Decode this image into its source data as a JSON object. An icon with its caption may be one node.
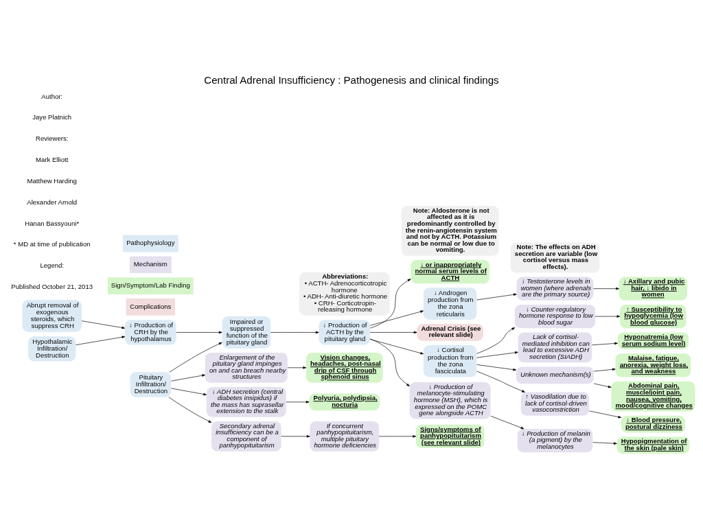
{
  "diagram": {
    "title": "Central Adrenal Insufficiency : Pathogenesis and clinical findings",
    "nodes": [
      {
        "text": [
          "Abrupt removal of exogenous steroids, which suppress CRH"
        ]
      },
      {
        "text": [
          "Hypothalamic Infiltration/ Destruction"
        ]
      },
      {
        "text": [
          "↓ Production of CRH by the hypothalamus"
        ]
      },
      {
        "text": [
          "Pituitary Infiltration/ Destruction"
        ]
      },
      {
        "text": [
          "Impaired or suppressed function of the pituitary gland"
        ]
      },
      {
        "text": [
          "↓ Production of ACTH by the pituitary gland"
        ]
      },
      {
        "text": [
          "↓ or inappropriately normal serum levels of ACTH"
        ]
      },
      {
        "text": [
          "Abbreviations:",
          "• ACTH- Adrenocorticotropic hormone",
          "• ADH- Anti-diuretic hormone",
          "• CRH- Corticotropin-releasing hormone"
        ]
      },
      {
        "text": [
          "Enlargement of the pituitary gland impinges on and can breach nearby structures"
        ]
      },
      {
        "text": [
          "↓ ADH secretion (central diabetes insipidus) if the mass has suprasellar extension to the stalk"
        ]
      },
      {
        "text": [
          "Secondary adrenal insufficiency can be a component of panhypopituitarism"
        ]
      },
      {
        "text": [
          "↓ Androgen production from the zona reticularis"
        ]
      },
      {
        "text": [
          "Adrenal Crisis (see relevant slide)"
        ]
      },
      {
        "text": [
          "↓ Cortisol production from the zona fasciculata"
        ]
      },
      {
        "text": [
          "Note: Aldosterone is not affected as it is predominantly controlled by the renin-angiotensin system and not by ACTH. Potassium can be normal or low due to vomiting."
        ]
      },
      {
        "text": [
          "↓ Production of melanocyte-stimulating hormone (MSH), which is expressed on the POMC gene alongside ACTH"
        ]
      },
      {
        "text": [
          "Vision changes, headaches, post-nasal drip of CSF through sphenoid sinus"
        ]
      },
      {
        "text": [
          "Polyuria, polydipsia, nocturia"
        ]
      },
      {
        "text": [
          "If concurrent panhypopituitarism, multiple pituitary hormone deficiencies"
        ]
      },
      {
        "text": [
          "↓ Testosterone levels in women (where adrenals are the primary source)"
        ]
      },
      {
        "text": [
          "↓ Counter-regulatory hormone response to low blood sugar"
        ]
      },
      {
        "text": [
          "Lack of cortisol-mediated inhibition can lead to excessive ADH secretion (SIADH)"
        ]
      },
      {
        "text": [
          "Unknown mechanism(s)"
        ]
      },
      {
        "text": [
          "Note: The effects on ADH secretion are variable (low cortisol versus mass effects)."
        ]
      },
      {
        "text": [
          "↑ Vasodilation due to lack of cortisol-driven vasoconstriction"
        ]
      },
      {
        "text": [
          "↓ Production of melanin (a pigment) by the melanocytes"
        ]
      },
      {
        "text": [
          "Signs/symptoms of panhypopituitarism (see relevant slide)"
        ]
      },
      {
        "text": [
          "↓ Axillary and pubic hair, ↓ libido in women"
        ]
      },
      {
        "text": [
          "↑ Susceptibility to hypoglycemia (low blood glucose)"
        ]
      },
      {
        "text": [
          "Hyponatremia (low serum sodium level)"
        ]
      },
      {
        "text": [
          "Malaise, fatigue, anorexia, weight loss, and weakness"
        ]
      },
      {
        "text": [
          "Abdominal pain, muscle/joint pain, nausea, vomiting, mood/cognitive changes"
        ]
      },
      {
        "text": [
          "↓ Blood pressure, postural dizziness"
        ]
      },
      {
        "text": [
          "Hypopigmentation of the skin (pale skin)"
        ]
      }
    ],
    "edges": [
      {
        "from": 0,
        "to": 2,
        "arrow": "to"
      },
      {
        "from": 1,
        "to": 2,
        "arrow": "to"
      },
      {
        "from": 2,
        "to": 4,
        "arrow": "to"
      },
      {
        "from": 3,
        "to": 4,
        "arrow": "to"
      },
      {
        "from": 3,
        "to": 8,
        "arrow": "to"
      },
      {
        "from": 3,
        "to": 9,
        "arrow": "to"
      },
      {
        "from": 3,
        "to": 10,
        "arrow": "to"
      },
      {
        "from": 4,
        "to": 5,
        "arrow": "to"
      },
      {
        "from": 5,
        "to": 6,
        "arrow": "to"
      },
      {
        "from": 5,
        "to": 11,
        "arrow": "to"
      },
      {
        "from": 5,
        "to": 12,
        "arrow": "to"
      },
      {
        "from": 5,
        "to": 13,
        "arrow": "to"
      },
      {
        "from": 5,
        "to": 15,
        "arrow": "to"
      },
      {
        "from": 8,
        "to": 16,
        "arrow": "to"
      },
      {
        "from": 9,
        "to": 17,
        "arrow": "to"
      },
      {
        "from": 10,
        "to": 18,
        "arrow": "to"
      },
      {
        "from": 11,
        "to": 19,
        "arrow": "to"
      },
      {
        "from": 13,
        "to": 20,
        "arrow": "to"
      },
      {
        "from": 13,
        "to": 21,
        "arrow": "to"
      },
      {
        "from": 13,
        "to": 22,
        "arrow": "to"
      },
      {
        "from": 13,
        "to": 24,
        "arrow": "to"
      },
      {
        "from": 15,
        "to": 25,
        "arrow": "to"
      },
      {
        "from": 18,
        "to": 26,
        "arrow": "to"
      },
      {
        "from": 19,
        "to": 27,
        "arrow": "to"
      },
      {
        "from": 20,
        "to": 28,
        "arrow": "to"
      },
      {
        "from": 21,
        "to": 29,
        "arrow": "to"
      },
      {
        "from": 22,
        "to": 30,
        "arrow": "to"
      },
      {
        "from": 22,
        "to": 31,
        "arrow": "to"
      },
      {
        "from": 24,
        "to": 32,
        "arrow": "to"
      },
      {
        "from": 25,
        "to": 33,
        "arrow": "to"
      }
    ],
    "labels": [
      "Author:",
      "Jaye Platnich",
      "Reviewers:",
      "Mark Elliott",
      "Matthew Harding",
      "Alexander Arnold",
      "Hanan Bassyouni*",
      "* MD at time of publication",
      "Legend:",
      "Published October 21, 2013"
    ],
    "legend": [
      {
        "text": "Pathophysiology",
        "color": "#dceaf5"
      },
      {
        "text": "Mechanism",
        "color": "#e4e0ee"
      },
      {
        "text": "Sign/Symptom/Lab Finding",
        "color": "#d4f5c8"
      },
      {
        "text": "Complications",
        "color": "#f2dcdc"
      }
    ]
  }
}
